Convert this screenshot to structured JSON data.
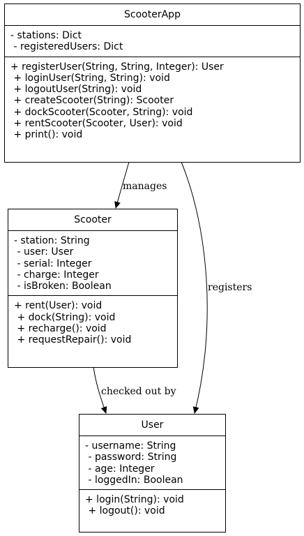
{
  "classes": {
    "scooter_app": {
      "name": "ScooterApp",
      "attributes": [
        "- stations: Dict",
        " - registeredUsers: Dict"
      ],
      "methods": [
        "+ registerUser(String, String, Integer): User",
        " + loginUser(String, String): void",
        " + logoutUser(String): void",
        " + createScooter(String): Scooter",
        " + dockScooter(Scooter, String): void",
        " + rentScooter(Scooter, User): void",
        " + print(): void"
      ]
    },
    "scooter": {
      "name": "Scooter",
      "attributes": [
        "- station: String",
        " - user: User",
        " - serial: Integer",
        " - charge: Integer",
        " - isBroken: Boolean"
      ],
      "methods": [
        "+ rent(User): void",
        " + dock(String): void",
        " + recharge(): void",
        " + requestRepair(): void"
      ]
    },
    "user": {
      "name": "User",
      "attributes": [
        "- username: String",
        " - password: String",
        " - age: Integer",
        " - loggedIn: Boolean"
      ],
      "methods": [
        "+ login(String): void",
        " + logout(): void"
      ]
    }
  },
  "relations": {
    "manages": "manages",
    "registers": "registers",
    "checked_out_by": "checked out by"
  },
  "colors": {
    "line": "#000000",
    "background": "#ffffff"
  }
}
